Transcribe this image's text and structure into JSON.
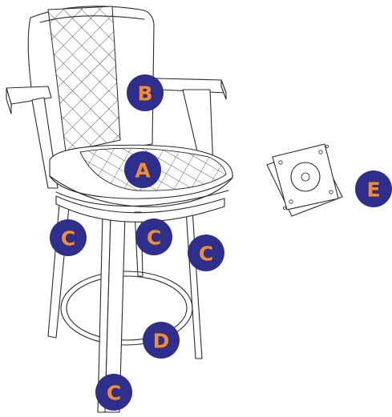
{
  "colors": {
    "badge_fill": "#2e2f8c",
    "badge_text": "#f28c2c",
    "line": "#2b2b2b"
  },
  "labels": {
    "seat": "A",
    "back": "B",
    "leg_front_left": "C",
    "leg_back_center": "C",
    "leg_back_right": "C",
    "leg_front_bottom": "C",
    "footrest_ring": "D",
    "swivel_plate": "E"
  },
  "icons": [
    "bar-stool-drawing",
    "swivel-plate-drawing"
  ]
}
